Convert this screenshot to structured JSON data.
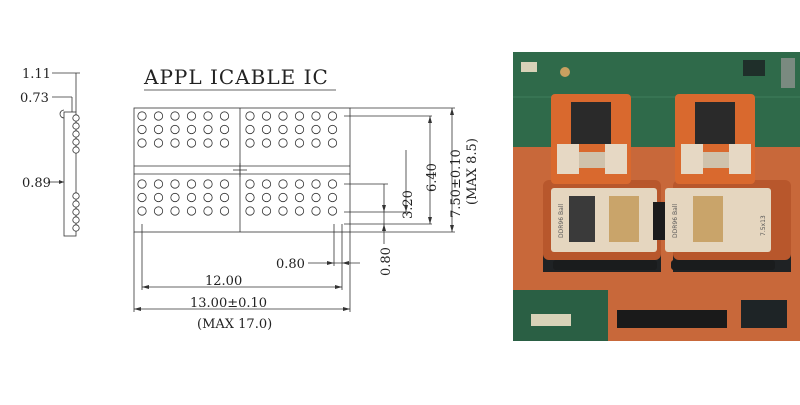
{
  "drawing": {
    "title": "APPL ICABLE IC",
    "side_view": {
      "dim_top": "1.11",
      "dim_mid": "0.73",
      "dim_low": "0.89"
    },
    "top_view": {
      "width_overall": "13.00±0.10",
      "width_max": "(MAX 17.0)",
      "width_array": "12.00",
      "pitch_x": "0.80",
      "pitch_y": "0.80",
      "height_overall": "7.50±0.10",
      "height_max": "(MAX 8.5)",
      "height_array": "6.40",
      "height_group": "3.20"
    }
  },
  "photo": {
    "label_left": "DDR96 Ball",
    "label_right": "DDR96 Ball",
    "label_size": "7.5x13"
  },
  "colors": {
    "copper": "#c8683a",
    "pcb_green": "#2f6a4a",
    "socket_beige": "#e5d6bf",
    "line": "#333333"
  }
}
